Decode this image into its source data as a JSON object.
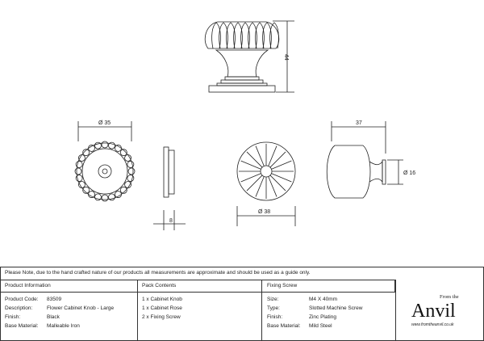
{
  "dimensions": {
    "height": "44",
    "rose_diameter": "Ø 35",
    "rose_depth": "8",
    "knob_diameter": "Ø 38",
    "knob_depth": "37",
    "neck_diameter": "Ø 16"
  },
  "note": "Please Note, due to the hand crafted nature of our products all measurements are approximate and should be used as a guide only.",
  "product_info": {
    "heading": "Product Information",
    "rows": [
      [
        "Product Code:",
        "83509"
      ],
      [
        "Description:",
        "Flower Cabinet Knob - Large"
      ],
      [
        "Finish:",
        "Black"
      ],
      [
        "Base Material:",
        "Malleable Iron"
      ]
    ]
  },
  "pack_contents": {
    "heading": "Pack Contents",
    "items": [
      "1 x Cabinet Knob",
      "1 x Cabinet Rose",
      "2 x Fixing Screw"
    ]
  },
  "fixing_screw": {
    "heading": "Fixing Screw",
    "rows": [
      [
        "Size:",
        "M4 X 40mm"
      ],
      [
        "Type:",
        "Slotted Machine Screw"
      ],
      [
        "Finish:",
        "Zinc Plating"
      ],
      [
        "Base Material:",
        "Mild Steel"
      ]
    ]
  },
  "logo": {
    "top": "From the",
    "main": "Anvil",
    "url": "www.fromtheanvil.co.uk"
  }
}
